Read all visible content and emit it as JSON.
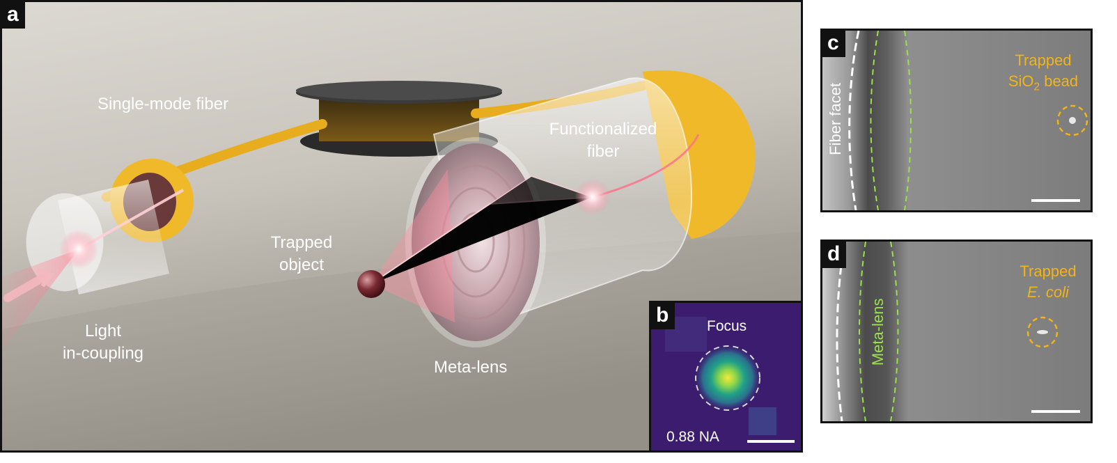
{
  "panel_a": {
    "label": "a",
    "single_mode_fiber": "Single-mode fiber",
    "functionalized_line1": "Functionalized",
    "functionalized_line2": "fiber",
    "trapped_line1": "Trapped",
    "trapped_line2": "object",
    "light_line1": "Light",
    "light_line2": "in-coupling",
    "meta_lens": "Meta-lens"
  },
  "panel_b": {
    "label": "b",
    "focus": "Focus",
    "na": "0.88 NA"
  },
  "panel_c": {
    "label": "c",
    "fiber_facet": "Fiber facet",
    "trapped": "Trapped",
    "bead_prefix": "SiO",
    "bead_sub": "2",
    "bead_suffix": " bead"
  },
  "panel_d": {
    "label": "d",
    "meta_lens": "Meta-lens",
    "trapped": "Trapped",
    "species": "E. coli"
  },
  "colors": {
    "annotation_orange": "#f2b417",
    "lens_green": "#9be14a",
    "fiber_yellow": "#f0b92a",
    "frame": "#111111"
  }
}
